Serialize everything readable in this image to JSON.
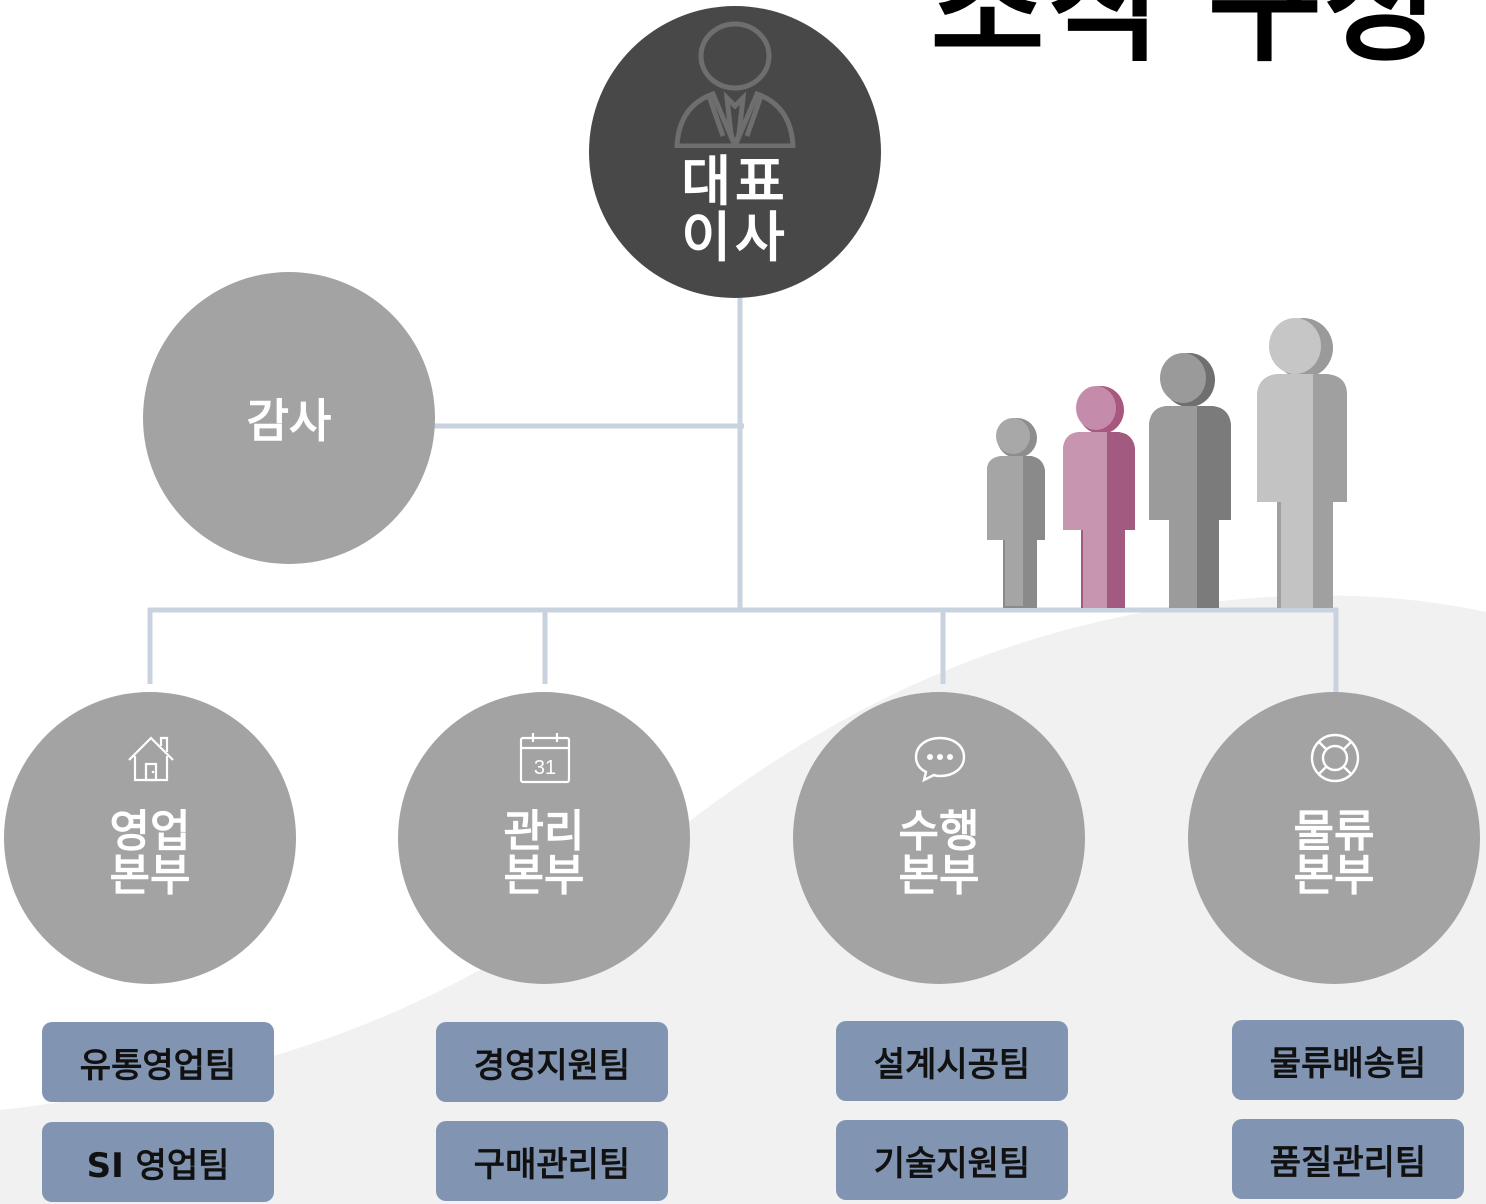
{
  "title": "조직 구성",
  "ceo": {
    "label": "대표\n이사",
    "icon": "businessman-icon"
  },
  "audit": {
    "label": "감사"
  },
  "divisions": [
    {
      "label": "영업\n본부",
      "icon": "house-icon",
      "teams": [
        "유통영업팀",
        "SI 영업팀"
      ]
    },
    {
      "label": "관리\n본부",
      "icon": "calendar-icon",
      "icon_text": "31",
      "teams": [
        "경영지원팀",
        "구매관리팀"
      ]
    },
    {
      "label": "수행\n본부",
      "icon": "chat-bubble-icon",
      "teams": [
        "설계시공팀",
        "기술지원팀"
      ]
    },
    {
      "label": "물류\n본부",
      "icon": "lifebuoy-icon",
      "teams": [
        "물류배송팀",
        "품질관리팀"
      ]
    }
  ],
  "colors": {
    "ceo_circle": "#484848",
    "circle": "#a3a3a3",
    "team_box": "#8195b2",
    "connector": "#c9d3e0",
    "accent_figure": "#c38aaa",
    "background_curve": "#f1f1f1"
  },
  "decoration": {
    "figures": "group-of-people-figures",
    "highlighted_figure_index": 1
  }
}
